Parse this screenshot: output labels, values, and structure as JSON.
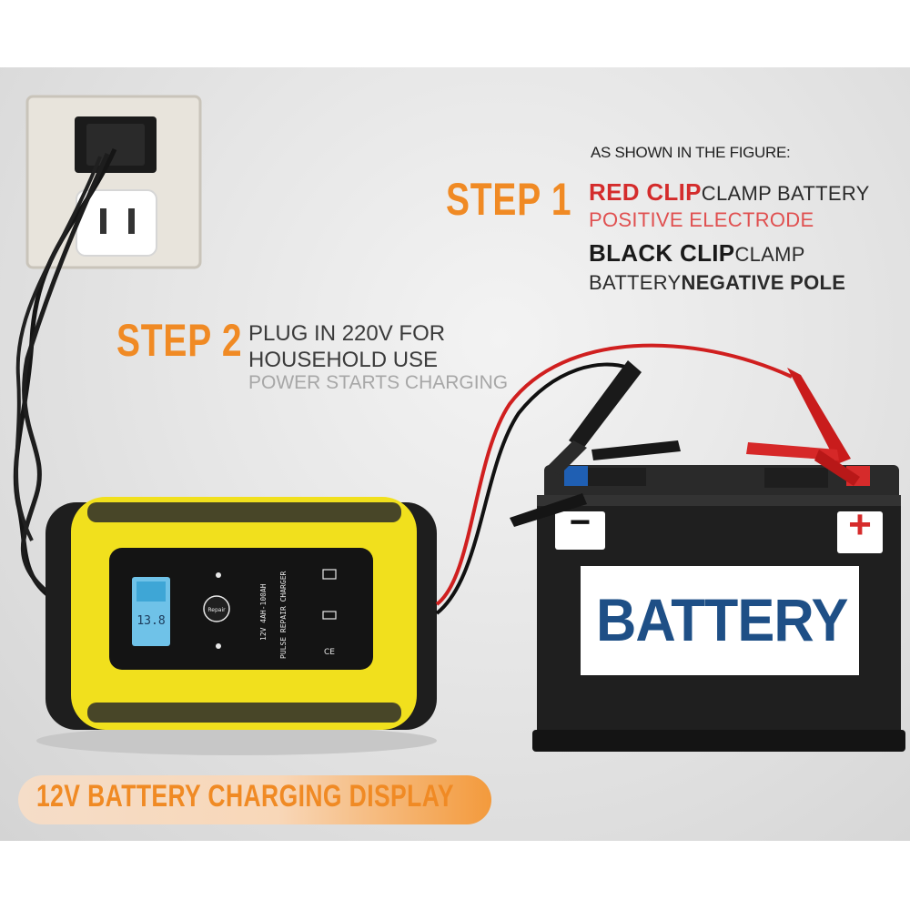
{
  "instructions": {
    "figure_note": "AS SHOWN IN THE FIGURE:",
    "step1_label": "STEP 1",
    "step1_red_clip": "RED CLIP",
    "step1_red_clip_rest": "CLAMP BATTERY",
    "step1_positive": "POSITIVE ELECTRODE",
    "step1_black_clip": "BLACK CLIP",
    "step1_black_clip_rest": "CLAMP",
    "step1_battery": "BATTERY",
    "step1_negative": "NEGATIVE POLE",
    "step2_label": "STEP 2",
    "step2_line1": "PLUG IN 220V FOR",
    "step2_line2": "HOUSEHOLD USE",
    "step2_line3": "POWER STARTS CHARGING"
  },
  "battery": {
    "label": "BATTERY",
    "negative_symbol": "−",
    "positive_symbol": "+"
  },
  "banner": {
    "text": "12V BATTERY CHARGING DISPLAY"
  },
  "charger": {
    "model_text": "12V 4AH-100AH",
    "type_text": "PULSE REPAIR CHARGER",
    "display_value": "13.8",
    "button_label": "Repair"
  },
  "colors": {
    "accent_orange": "#f08a24",
    "clip_red": "#d42c2c",
    "battery_blue": "#1e4f86",
    "charger_yellow": "#f2e21c"
  }
}
